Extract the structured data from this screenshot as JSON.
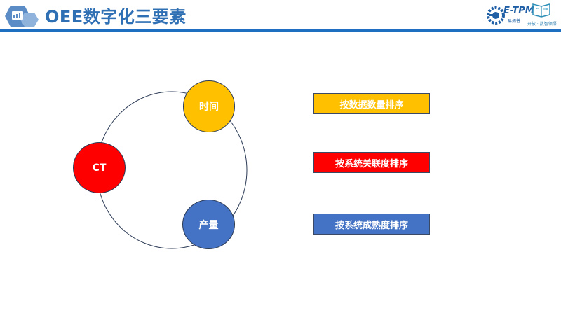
{
  "header": {
    "title": "OEE数字化三要素",
    "logo_tpm_text": "E-TPM",
    "logo_tpm_sub": "易拓普",
    "logo_book_text": "开放 · 数智领悟"
  },
  "diagram": {
    "nodes": [
      {
        "key": "time",
        "label": "时间",
        "color": "#ffc000"
      },
      {
        "key": "ct",
        "label": "CT",
        "color": "#ff0000"
      },
      {
        "key": "output",
        "label": "产量",
        "color": "#4472c4"
      }
    ],
    "labels": [
      {
        "text": "按数据数量排序",
        "color": "#ffc000"
      },
      {
        "text": "按系统关联度排序",
        "color": "#ff0000"
      },
      {
        "text": "按系统成熟度排序",
        "color": "#4472c4"
      }
    ]
  },
  "colors": {
    "header_bar": "#1f6fc0",
    "title": "#2f6fb4"
  }
}
